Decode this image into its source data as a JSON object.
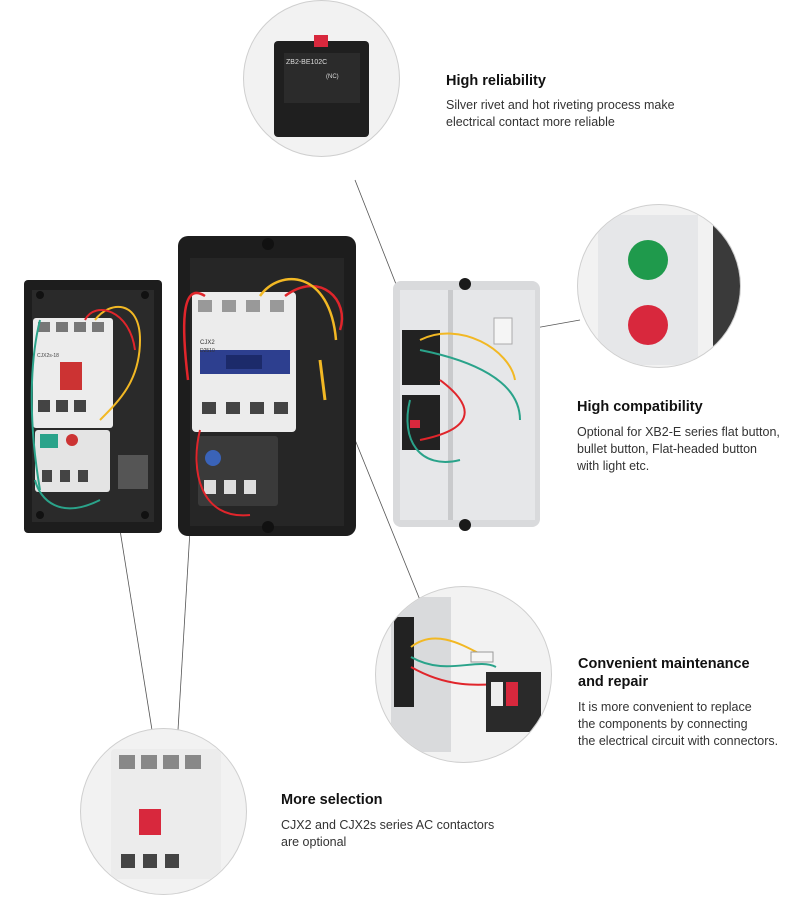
{
  "features": [
    {
      "title": "High reliability",
      "lines": [
        "Silver rivet and hot riveting process make",
        "electrical contact more reliable"
      ]
    },
    {
      "title": "High compatibility",
      "lines": [
        "Optional for XB2-E series flat button,",
        "bullet button, Flat-headed button",
        "with light etc."
      ]
    },
    {
      "title_lines": [
        "Convenient maintenance",
        "and repair"
      ],
      "lines": [
        "It is more convenient to replace",
        "the components by connecting",
        "the electrical circuit with connectors."
      ]
    },
    {
      "title": "More selection",
      "lines": [
        "CJX2 and CJX2s series AC contactors",
        "are optional"
      ]
    }
  ],
  "product_labels": {
    "contact_block_model": "ZB2-BE102C",
    "contact_block_note": "(NC)",
    "contactor_model": "CJX2",
    "contactor_code": "D2510",
    "contactor_label": "CJX2s-18"
  },
  "colors": {
    "enclosure_black": "#1d1d1d",
    "enclosure_grey": "#d9dadc",
    "contactor_white": "#ececec",
    "contactor_blue": "#2d3f8f",
    "button_green": "#1f9a4c",
    "button_red": "#d8283d",
    "wire_red": "#e0252b",
    "wire_yellow": "#f2b824",
    "wire_green": "#2aa38a"
  }
}
